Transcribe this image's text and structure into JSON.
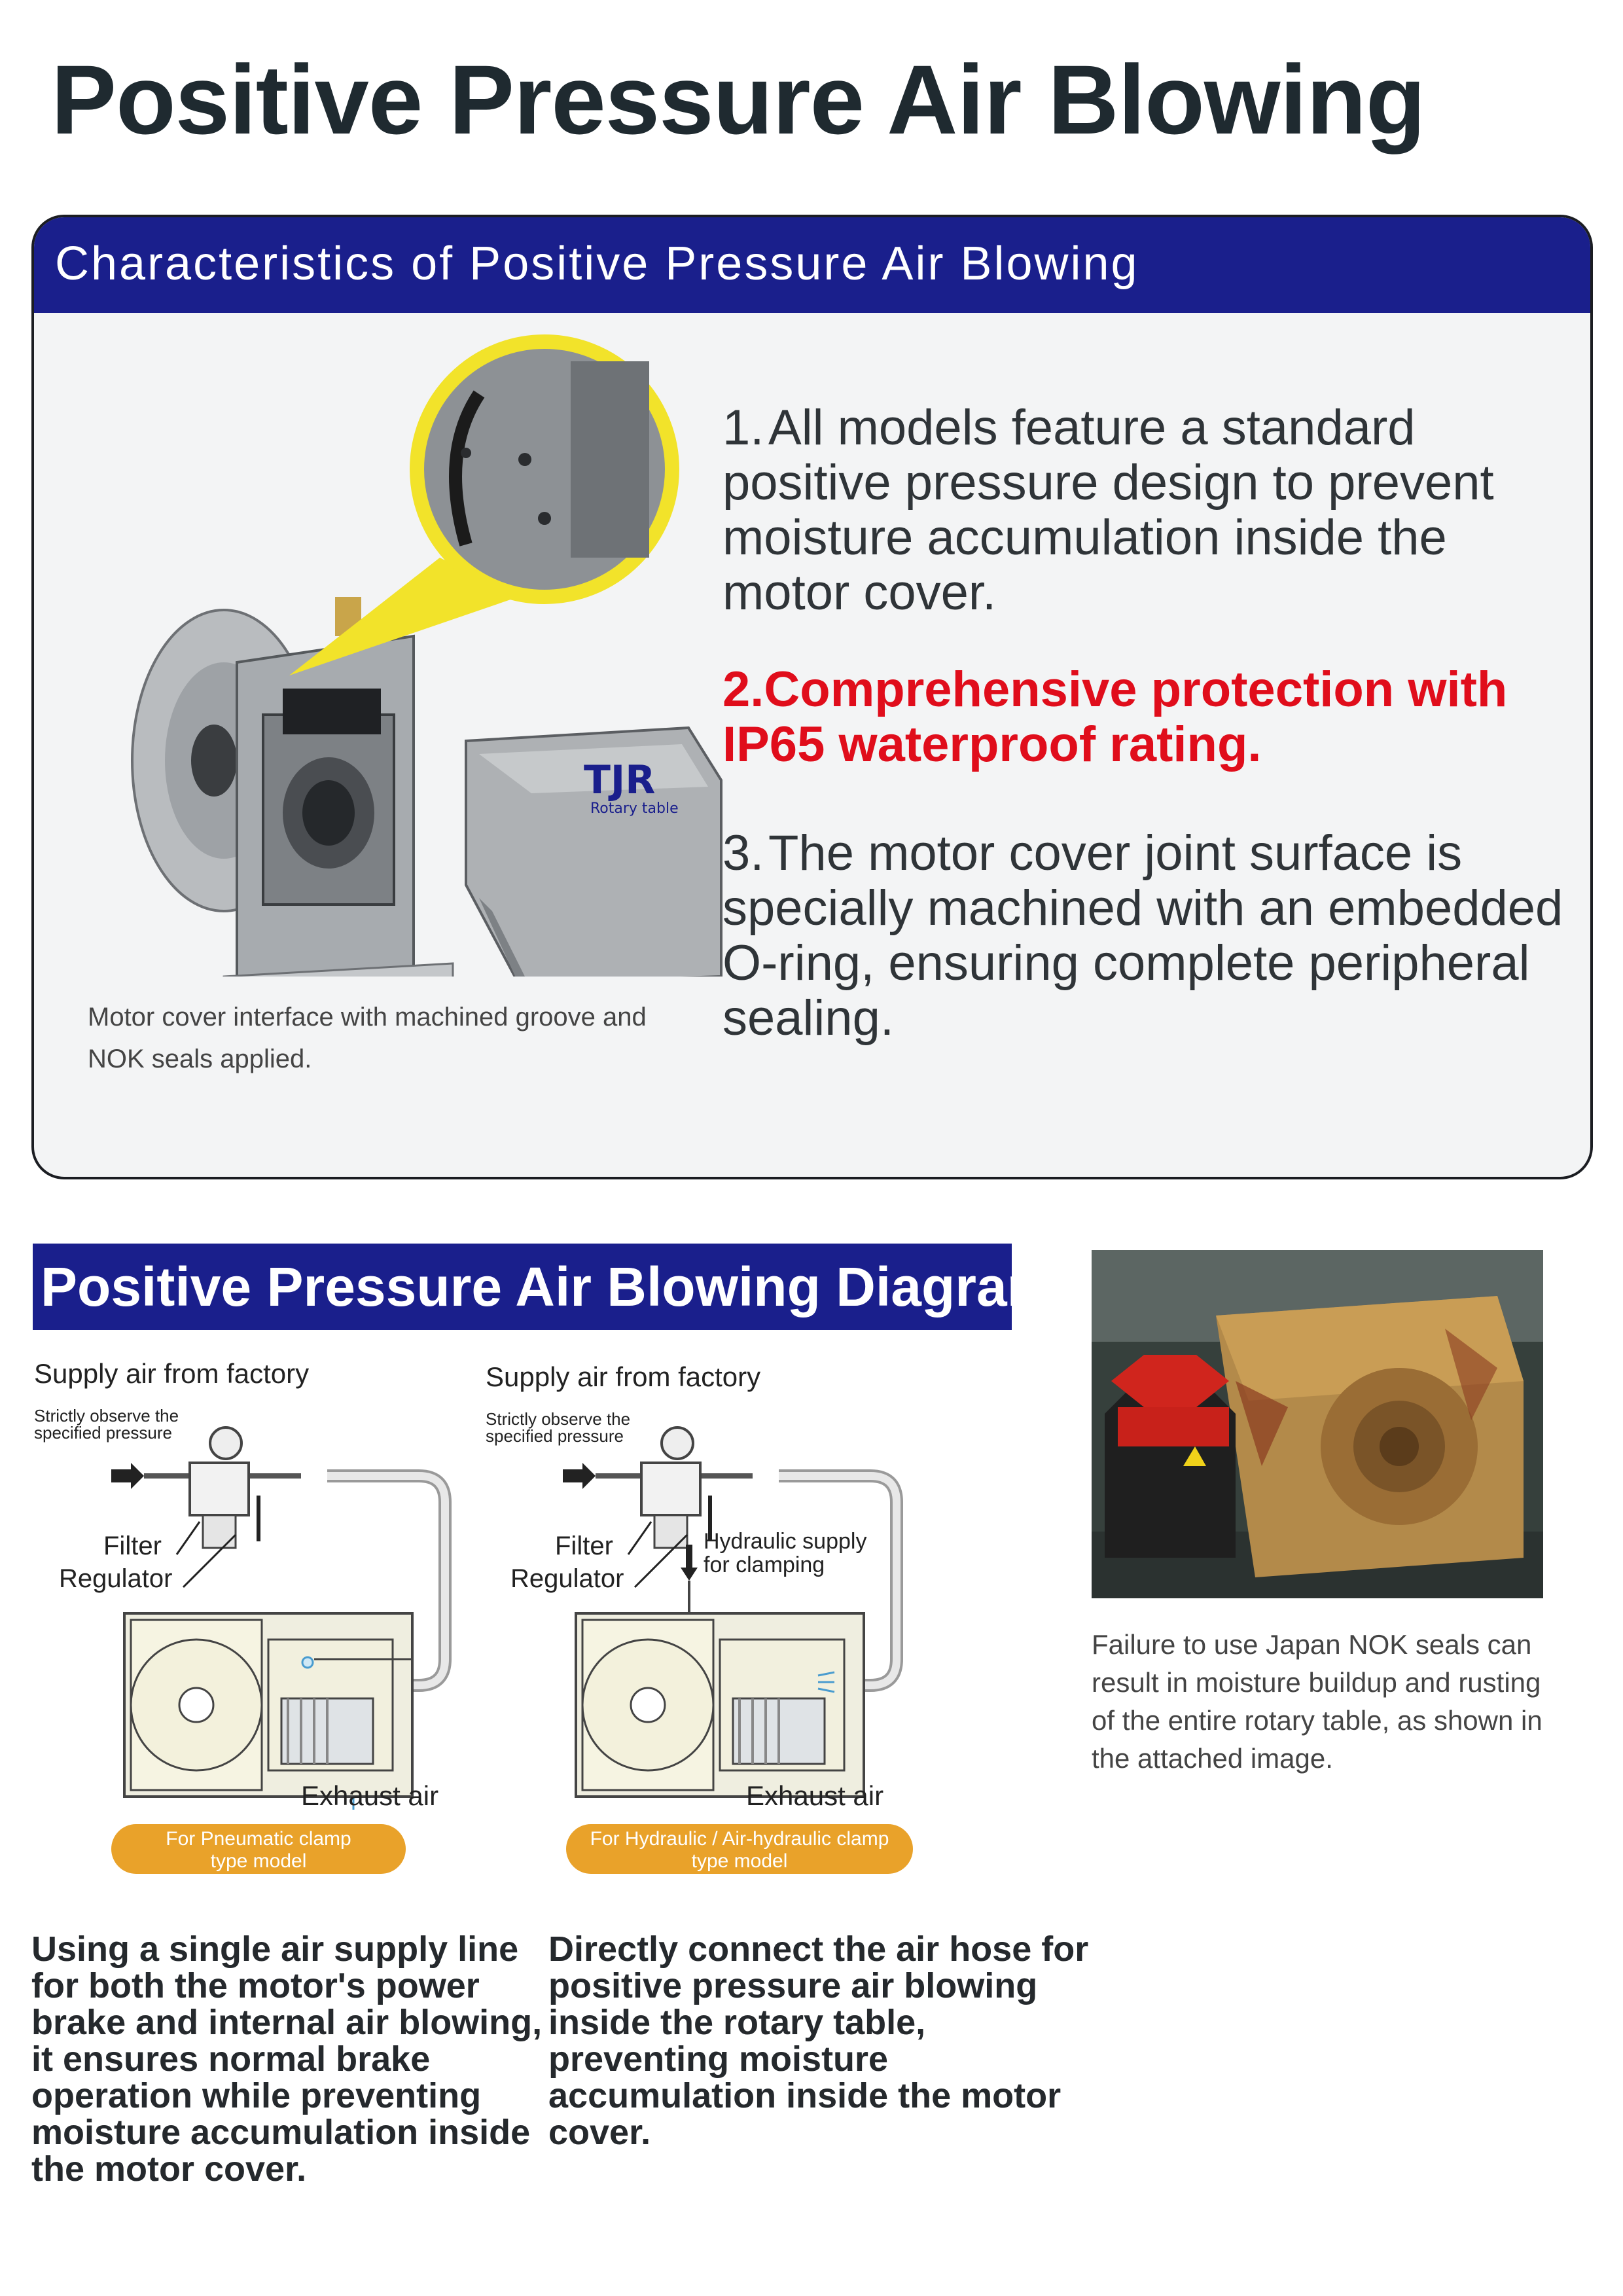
{
  "page_title": "Positive Pressure Air Blowing",
  "characteristics": {
    "header": "Characteristics of Positive Pressure Air Blowing",
    "photo_caption": "Motor cover interface with machined groove and NOK seals applied.",
    "logo_text": "TJR",
    "logo_subtext": "Rotary table",
    "features": [
      {
        "number": "1.",
        "text": "All models feature a standard positive pressure design to prevent moisture accumulation inside the motor cover."
      },
      {
        "number": "2.",
        "text": "Comprehensive protection with IP65 waterproof rating."
      },
      {
        "number": "3.",
        "text": "The motor cover joint surface is specially machined with an embedded O-ring, ensuring complete peripheral sealing."
      }
    ],
    "highlight_color": "#e00d1b"
  },
  "diagram_section": {
    "title": "Positive Pressure Air Blowing Diagram",
    "left": {
      "supply_label": "Supply air from factory",
      "note": "Strictly observe the specified pressure",
      "filter_label": "Filter",
      "regulator_label": "Regulator",
      "exhaust_label": "Exhaust air",
      "model_pill": [
        "For Pneumatic clamp",
        "type model"
      ],
      "description": "Using a single air supply line for both the motor's power brake and internal air blowing, it ensures normal brake operation while preventing moisture accumulation inside the motor cover."
    },
    "right": {
      "supply_label": "Supply air from factory",
      "note": "Strictly observe the specified pressure",
      "filter_label": "Filter",
      "regulator_label": "Regulator",
      "hydraulic_label": [
        "Hydraulic supply",
        "for clamping"
      ],
      "exhaust_label": "Exhaust air",
      "model_pill": [
        "For Hydraulic / Air-hydraulic clamp",
        "type model"
      ],
      "description": "Directly connect the air hose for positive pressure air blowing inside the rotary table, preventing moisture accumulation inside the motor cover."
    }
  },
  "rust_photo_caption": "Failure to use Japan NOK seals can result in moisture buildup and rusting of the entire rotary table, as shown in the attached image.",
  "colors": {
    "navy": "#1a1f8c",
    "orange_pill": "#e9a22a",
    "callout_yellow": "#f2e32a"
  }
}
